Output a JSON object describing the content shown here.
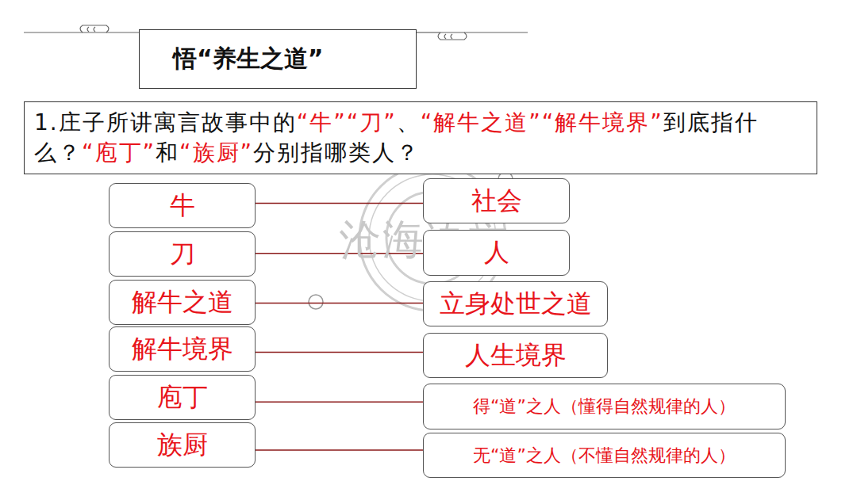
{
  "diagram": {
    "title": "悟“养生之道”",
    "nodes": [
      {
        "text": [
          "悟“养生之道”"
        ]
      },
      {
        "text": [
          "1.庄子所讲寓言故事中的“牛”“刀”、“解牛之道”“解牛境界”到底指什么？“庖丁”和“族厨”分别指哪类人？"
        ]
      },
      {
        "text": [
          "牛"
        ]
      },
      {
        "text": [
          "刀"
        ]
      },
      {
        "text": [
          "解牛之道"
        ]
      },
      {
        "text": [
          "解牛境界"
        ]
      },
      {
        "text": [
          "庖丁"
        ]
      },
      {
        "text": [
          "族厨"
        ]
      },
      {
        "text": [
          "社会"
        ]
      },
      {
        "text": [
          "人"
        ]
      },
      {
        "text": [
          "立身处世之道"
        ]
      },
      {
        "text": [
          "人生境界"
        ]
      },
      {
        "text": [
          "得“道”之人（懂得自然规律的人）"
        ]
      },
      {
        "text": [
          "无“道”之人（不懂自然规律的人）"
        ]
      }
    ],
    "edges": [
      {
        "from": 2,
        "to": 8,
        "arrow": "none"
      },
      {
        "from": 3,
        "to": 9,
        "arrow": "none"
      },
      {
        "from": 4,
        "to": 10,
        "arrow": "none"
      },
      {
        "from": 5,
        "to": 11,
        "arrow": "none"
      },
      {
        "from": 6,
        "to": 12,
        "arrow": "none"
      },
      {
        "from": 7,
        "to": 13,
        "arrow": "none"
      }
    ],
    "labels": [
      "沧海语文"
    ]
  }
}
